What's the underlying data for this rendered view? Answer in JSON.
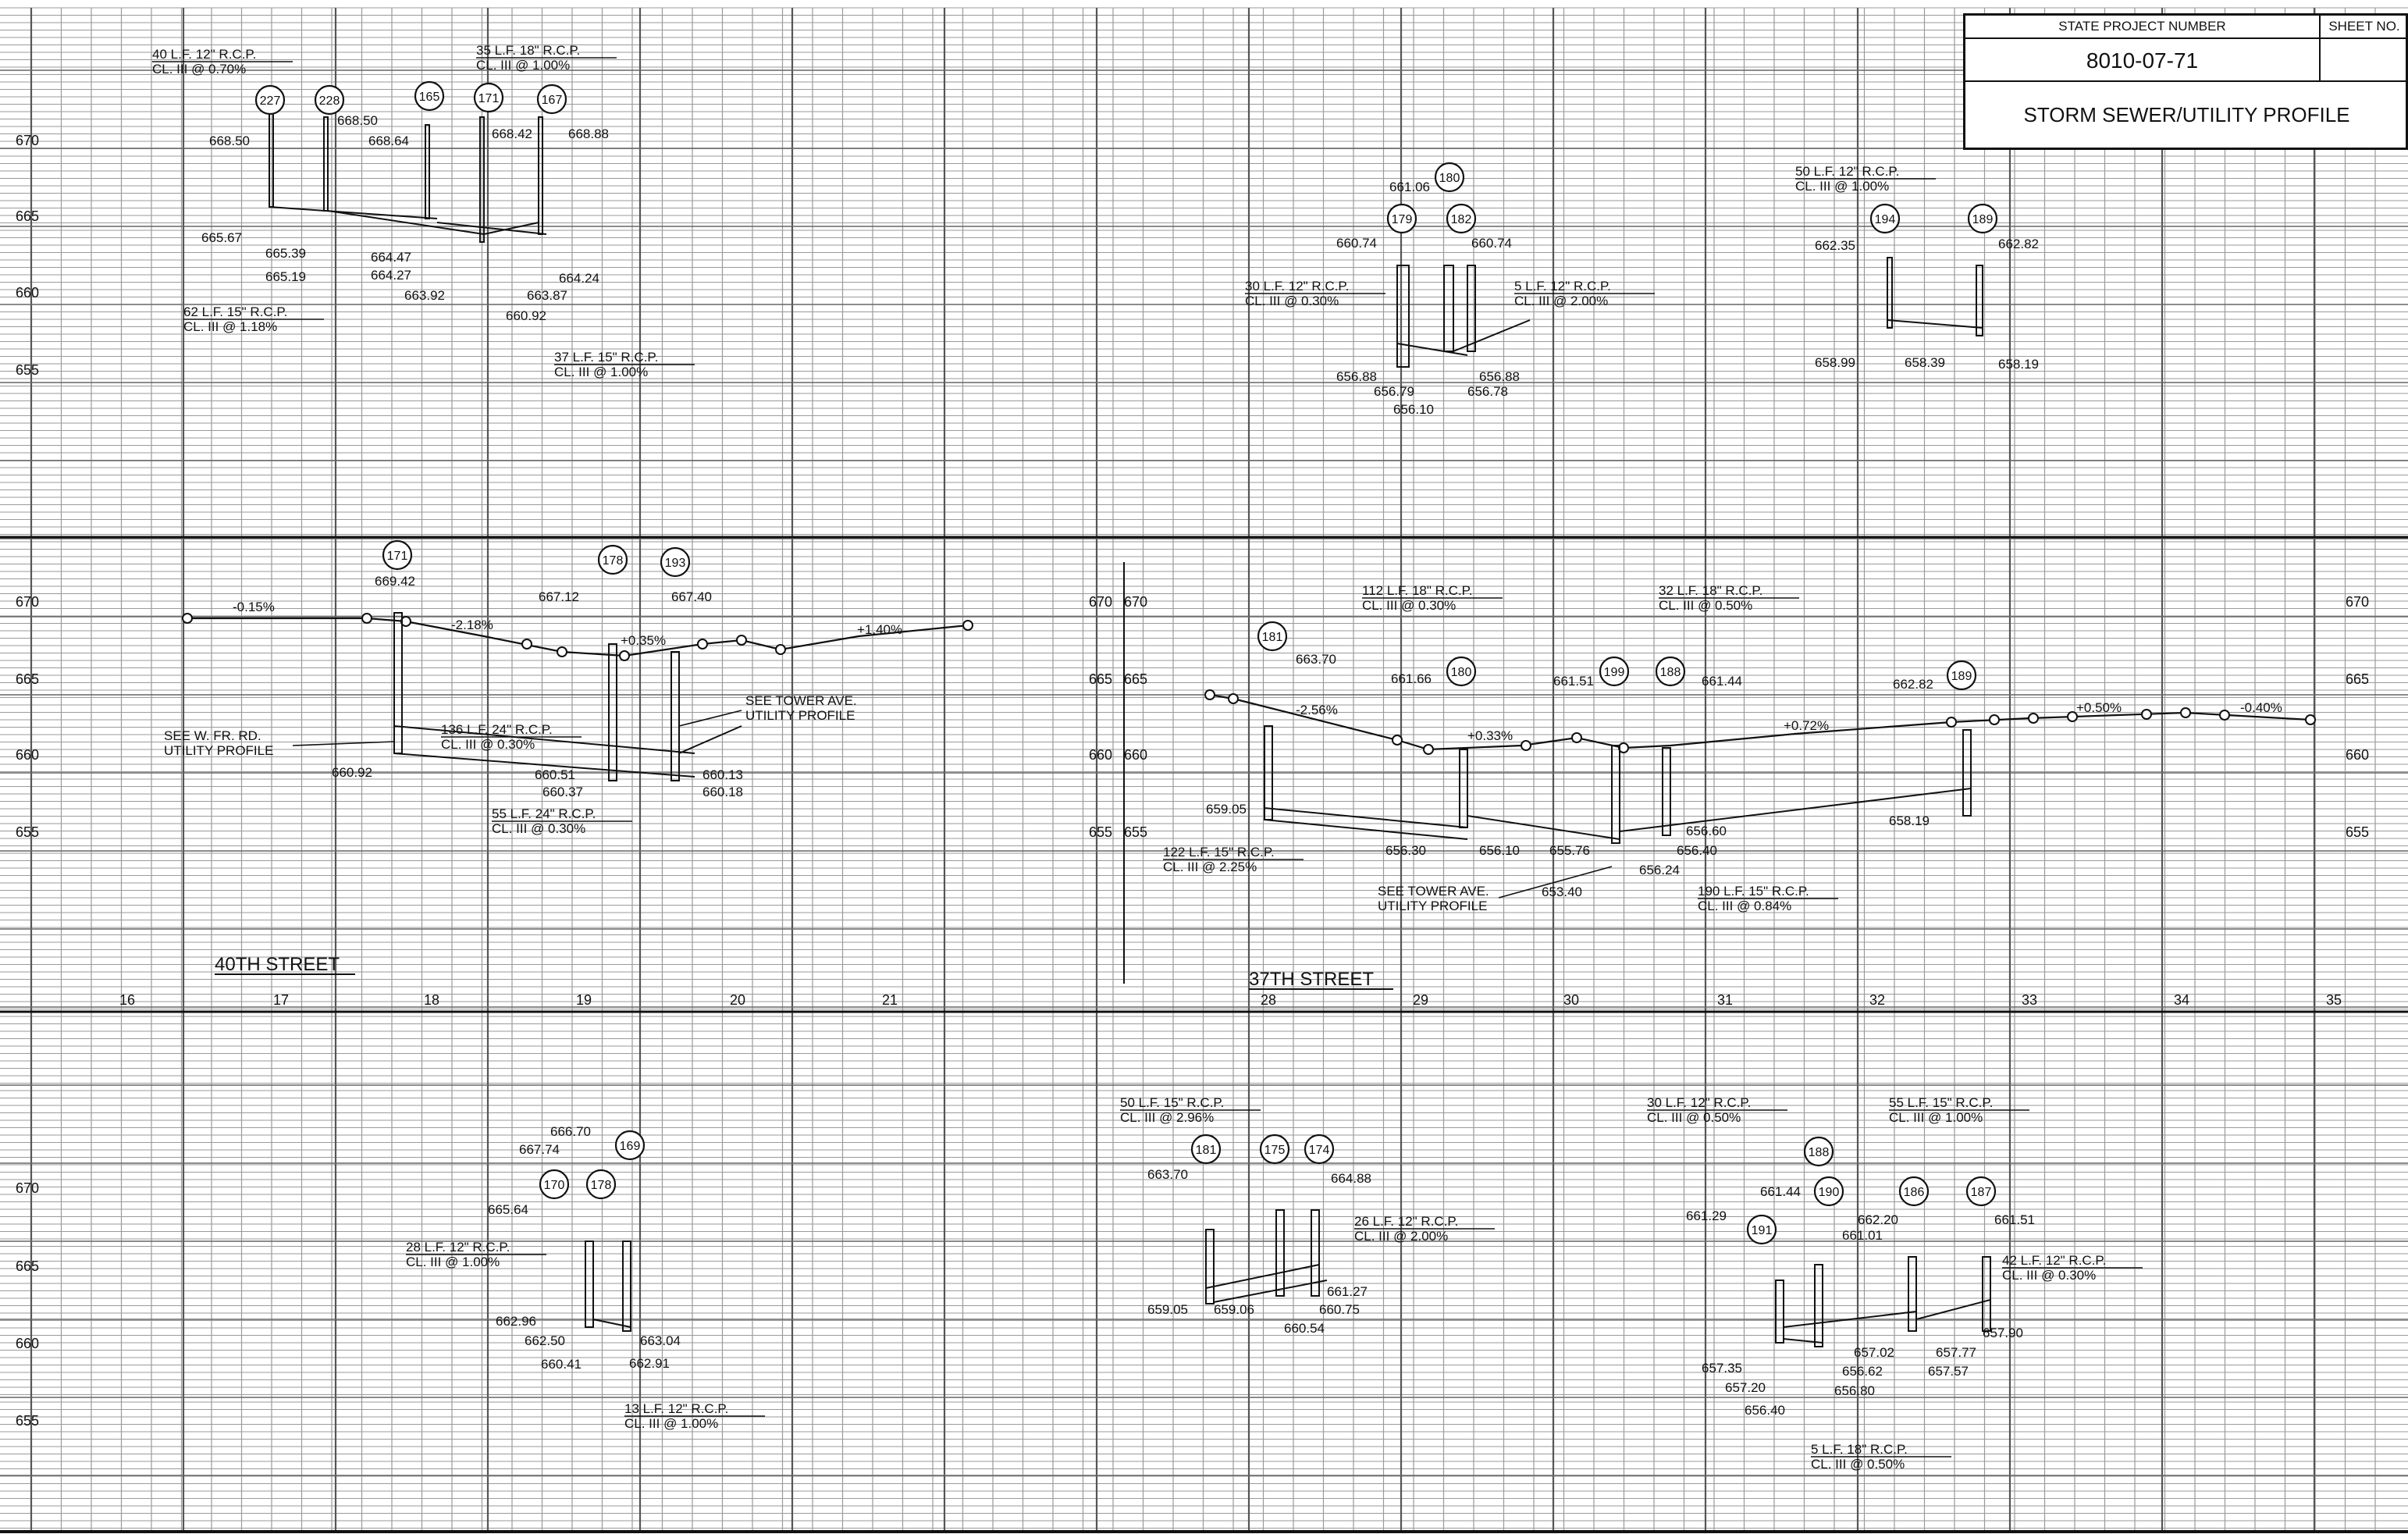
{
  "title_block": {
    "project_number_label": "STATE PROJECT NUMBER",
    "sheet_no_label": "SHEET NO.",
    "project_number": "8010-07-71",
    "sheet_title": "STORM SEWER/UTILITY PROFILE"
  },
  "elevation_scales": {
    "top": [
      "670",
      "665",
      "660",
      "655"
    ],
    "middle": [
      "670",
      "665",
      "660",
      "655"
    ],
    "bottom": [
      "670",
      "665",
      "660",
      "655"
    ]
  },
  "stations": [
    "16",
    "17",
    "18",
    "19",
    "20",
    "21",
    "28",
    "29",
    "30",
    "31",
    "32",
    "33",
    "34",
    "35"
  ],
  "street_labels": [
    "40TH STREET",
    "37TH STREET"
  ],
  "structures": [
    {
      "id": "227"
    },
    {
      "id": "228"
    },
    {
      "id": "165"
    },
    {
      "id": "171"
    },
    {
      "id": "167"
    },
    {
      "id": "180"
    },
    {
      "id": "179"
    },
    {
      "id": "182"
    },
    {
      "id": "194"
    },
    {
      "id": "189"
    },
    {
      "id": "171"
    },
    {
      "id": "178"
    },
    {
      "id": "193"
    },
    {
      "id": "181"
    },
    {
      "id": "180"
    },
    {
      "id": "199"
    },
    {
      "id": "188"
    },
    {
      "id": "189"
    },
    {
      "id": "170"
    },
    {
      "id": "178"
    },
    {
      "id": "169"
    },
    {
      "id": "181"
    },
    {
      "id": "175"
    },
    {
      "id": "174"
    },
    {
      "id": "188"
    },
    {
      "id": "190"
    },
    {
      "id": "191"
    },
    {
      "id": "186"
    },
    {
      "id": "187"
    }
  ],
  "pipe_callouts": [
    {
      "l1": "40 L.F. 12\" R.C.P.",
      "l2": "CL. III @ 0.70%"
    },
    {
      "l1": "35 L.F. 18\" R.C.P.",
      "l2": "CL. III @ 1.00%"
    },
    {
      "l1": "62 L.F. 15\" R.C.P.",
      "l2": "CL. III @ 1.18%"
    },
    {
      "l1": "37 L.F. 15\" R.C.P.",
      "l2": "CL. III @ 1.00%"
    },
    {
      "l1": "30 L.F. 12\" R.C.P.",
      "l2": "CL. III @ 0.30%"
    },
    {
      "l1": "5 L.F. 12\" R.C.P.",
      "l2": "CL. III @ 2.00%"
    },
    {
      "l1": "50 L.F. 12\" R.C.P.",
      "l2": "CL. III @ 1.00%"
    },
    {
      "l1": "136 L.F. 24\" R.C.P.",
      "l2": "CL. III @ 0.30%"
    },
    {
      "l1": "55 L.F. 24\" R.C.P.",
      "l2": "CL. III @ 0.30%"
    },
    {
      "l1": "112 L.F. 18\" R.C.P.",
      "l2": "CL. III @ 0.30%"
    },
    {
      "l1": "32 L.F. 18\" R.C.P.",
      "l2": "CL. III @ 0.50%"
    },
    {
      "l1": "122 L.F. 15\" R.C.P.",
      "l2": "CL. III @ 2.25%"
    },
    {
      "l1": "190 L.F. 15\" R.C.P.",
      "l2": "CL. III @ 0.84%"
    },
    {
      "l1": "28 L.F. 12\" R.C.P.",
      "l2": "CL. III @ 1.00%"
    },
    {
      "l1": "13 L.F. 12\" R.C.P.",
      "l2": "CL. III @ 1.00%"
    },
    {
      "l1": "50 L.F. 15\" R.C.P.",
      "l2": "CL. III @ 2.96%"
    },
    {
      "l1": "26 L.F. 12\" R.C.P.",
      "l2": "CL. III @ 2.00%"
    },
    {
      "l1": "30 L.F. 12\" R.C.P.",
      "l2": "CL. III @ 0.50%"
    },
    {
      "l1": "55 L.F. 15\" R.C.P.",
      "l2": "CL. III @ 1.00%"
    },
    {
      "l1": "42 L.F. 12\" R.C.P.",
      "l2": "CL. III @ 0.30%"
    },
    {
      "l1": "5 L.F. 18\" R.C.P.",
      "l2": "CL. III @ 0.50%"
    }
  ],
  "elevation_labels": [
    "668.50",
    "668.50",
    "668.64",
    "668.42",
    "668.88",
    "665.67",
    "665.39",
    "665.19",
    "664.47",
    "664.27",
    "663.92",
    "663.87",
    "664.24",
    "660.92",
    "661.06",
    "660.74",
    "660.74",
    "656.88",
    "656.79",
    "656.10",
    "656.88",
    "656.78",
    "662.35",
    "662.82",
    "658.99",
    "658.39",
    "658.19",
    "669.42",
    "667.12",
    "667.40",
    "660.92",
    "660.51",
    "660.37",
    "660.13",
    "660.18",
    "663.70",
    "661.66",
    "661.51",
    "661.44",
    "662.82",
    "659.05",
    "656.30",
    "656.10",
    "655.76",
    "656.24",
    "656.60",
    "656.40",
    "653.40",
    "658.19",
    "666.70",
    "667.74",
    "665.64",
    "662.96",
    "662.50",
    "660.41",
    "663.04",
    "662.91",
    "663.70",
    "664.88",
    "661.27",
    "659.05",
    "659.06",
    "660.75",
    "660.54",
    "661.44",
    "661.29",
    "662.20",
    "661.01",
    "661.51",
    "657.35",
    "657.20",
    "656.40",
    "657.02",
    "656.62",
    "656.80",
    "657.77",
    "657.57",
    "657.90"
  ],
  "grade_slopes": [
    "-0.15%",
    "-2.18%",
    "+0.35%",
    "+1.40%",
    "-2.56%",
    "+0.33%",
    "+0.72%",
    "+0.50%",
    "-0.40%"
  ],
  "notes": [
    {
      "l1": "SEE W. FR. RD.",
      "l2": "UTILITY PROFILE"
    },
    {
      "l1": "SEE TOWER AVE.",
      "l2": "UTILITY PROFILE"
    },
    {
      "l1": "SEE TOWER AVE.",
      "l2": "UTILITY PROFILE"
    }
  ],
  "colors": {
    "ink": "#111111",
    "grid": "#9a9a9a",
    "paper": "#ffffff"
  }
}
